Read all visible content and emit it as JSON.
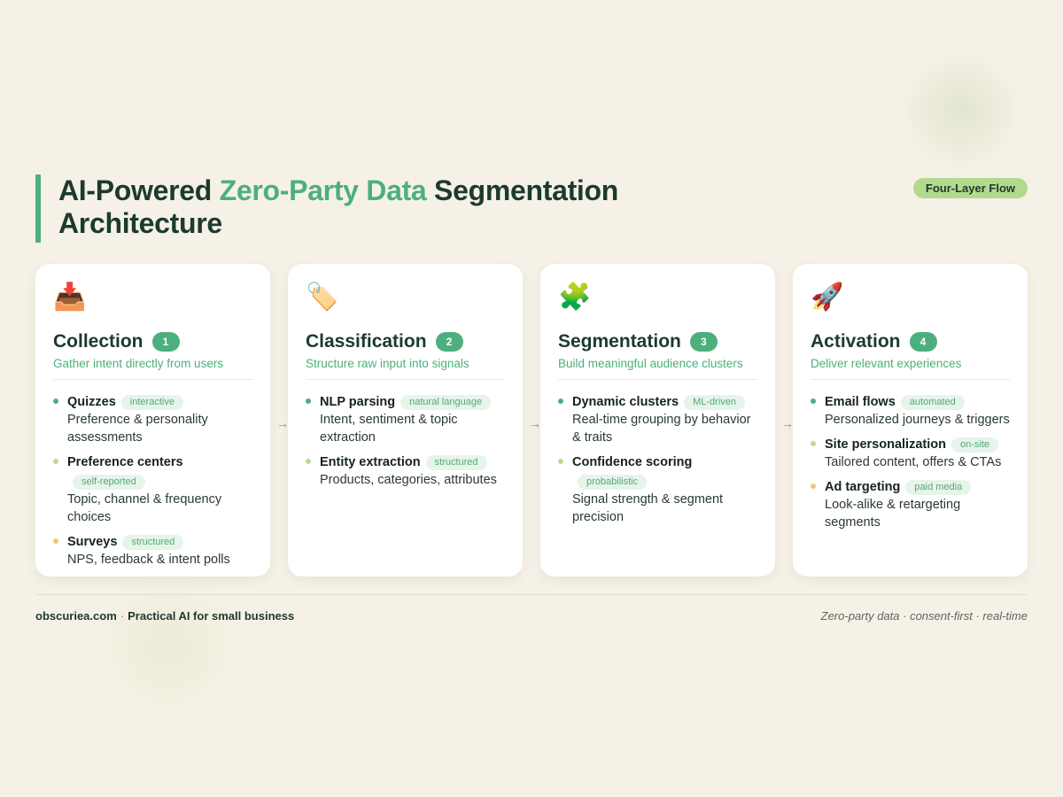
{
  "header": {
    "title_part1": "AI-Powered ",
    "title_highlight": "Zero-Party Data",
    "title_part2": " Segmentation Architecture",
    "badge": "Four-Layer Flow"
  },
  "colors": {
    "accent": "#4caf7d",
    "badge_bg": "#b3d98d",
    "background": "#f6f1e6",
    "dot_green": "#4caf7d",
    "dot_lime": "#b8db8e",
    "dot_amber": "#f2c576"
  },
  "connector": "→",
  "layers": [
    {
      "icon": "📥",
      "icon_name": "inbox-tray-icon",
      "title": "Collection",
      "step": "1",
      "subtitle": "Gather intent directly from users",
      "items": [
        {
          "name": "Quizzes",
          "tag": "interactive",
          "desc": "Preference & personality assessments"
        },
        {
          "name": "Preference centers",
          "tag": "self-reported",
          "desc": "Topic, channel & frequency choices"
        },
        {
          "name": "Surveys",
          "tag": "structured",
          "desc": "NPS, feedback & intent polls"
        }
      ]
    },
    {
      "icon": "🏷️",
      "icon_name": "label-tag-icon",
      "title": "Classification",
      "step": "2",
      "subtitle": "Structure raw input into signals",
      "items": [
        {
          "name": "NLP parsing",
          "tag": "natural language",
          "desc": "Intent, sentiment & topic extraction"
        },
        {
          "name": "Entity extraction",
          "tag": "structured",
          "desc": "Products, categories, attributes"
        }
      ]
    },
    {
      "icon": "🧩",
      "icon_name": "puzzle-piece-icon",
      "title": "Segmentation",
      "step": "3",
      "subtitle": "Build meaningful audience clusters",
      "items": [
        {
          "name": "Dynamic clusters",
          "tag": "ML-driven",
          "desc": "Real-time grouping by behavior & traits"
        },
        {
          "name": "Confidence scoring",
          "tag": "probabilistic",
          "desc": "Signal strength & segment precision"
        }
      ]
    },
    {
      "icon": "🚀",
      "icon_name": "rocket-icon",
      "title": "Activation",
      "step": "4",
      "subtitle": "Deliver relevant experiences",
      "items": [
        {
          "name": "Email flows",
          "tag": "automated",
          "desc": "Personalized journeys & triggers"
        },
        {
          "name": "Site personalization",
          "tag": "on-site",
          "desc": "Tailored content, offers & CTAs"
        },
        {
          "name": "Ad targeting",
          "tag": "paid media",
          "desc": "Look-alike & retargeting segments"
        }
      ]
    }
  ],
  "footer": {
    "site": "obscuriea.com",
    "separator": "·",
    "tagline": "Practical AI for small business",
    "right": "Zero-party data · consent-first · real-time"
  }
}
